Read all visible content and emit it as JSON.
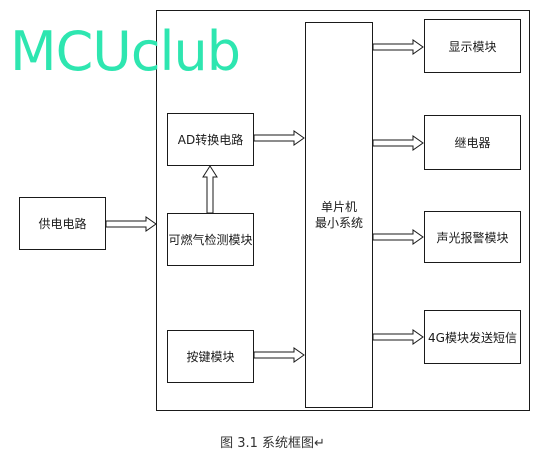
{
  "watermark": "MCUclub",
  "blocks": {
    "power": "供电电路",
    "adc": "AD转换电路",
    "gas": "可燃气检测模块",
    "key": "按键模块",
    "mcu_line1": "单片机",
    "mcu_line2": "最小系统",
    "display": "显示模块",
    "relay": "继电器",
    "alarm": "声光报警模块",
    "sms": "4G模块发送短信"
  },
  "caption": "图 3.1 系统框图↵"
}
